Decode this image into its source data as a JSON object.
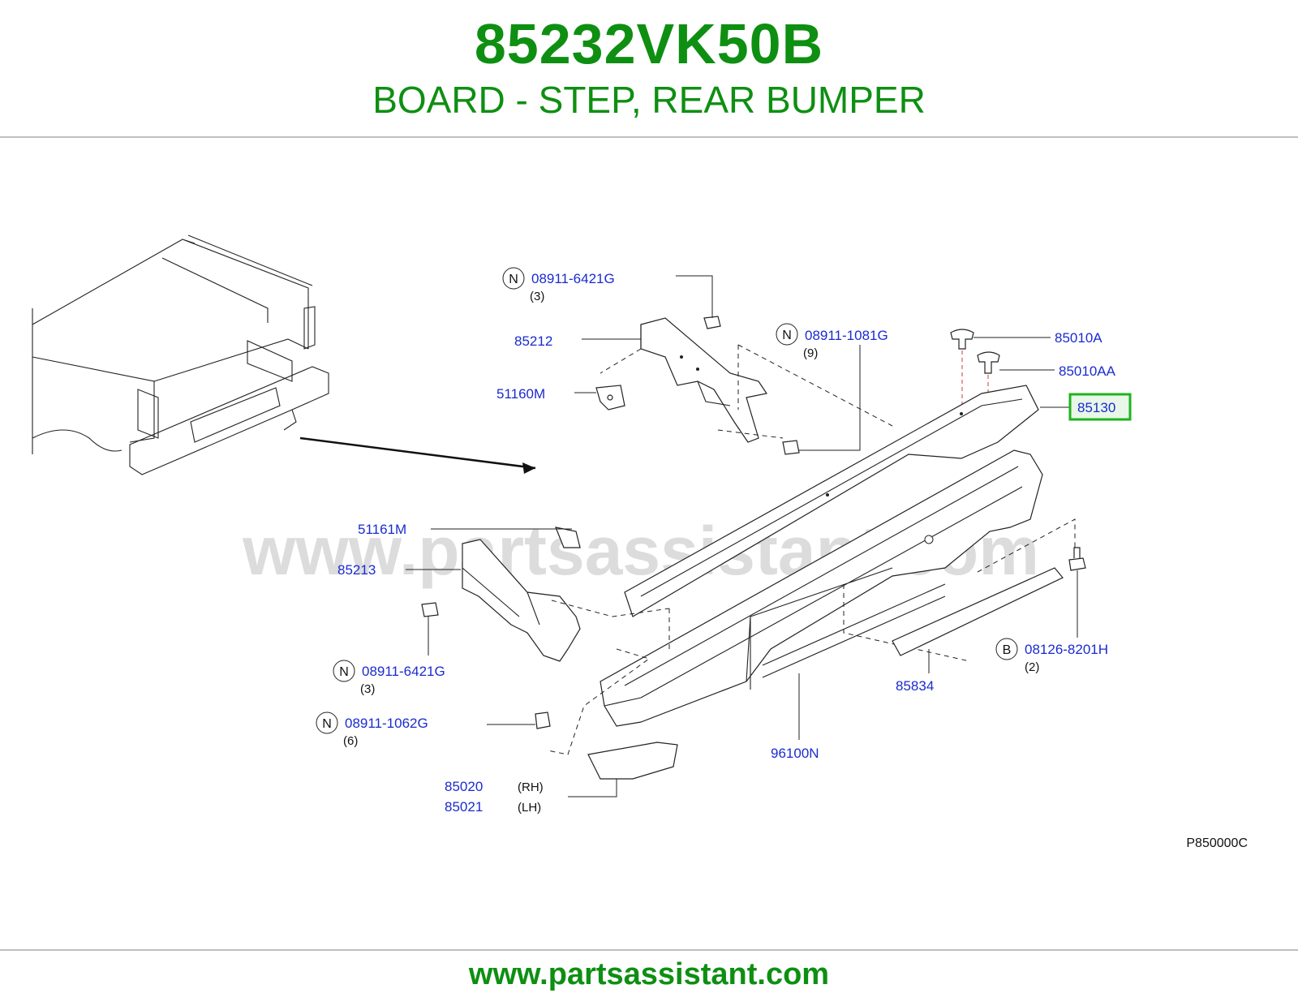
{
  "header": {
    "part_number": "85232VK50B",
    "description": "BOARD - STEP, REAR BUMPER"
  },
  "diagram": {
    "watermark": "www.partsassistant.com",
    "diagram_code": "P850000C",
    "callouts": {
      "c1": {
        "marker": "N",
        "part": "08911-6421G",
        "qty": "(3)"
      },
      "c2": {
        "part": "85212"
      },
      "c3": {
        "part": "51160M"
      },
      "c4": {
        "marker": "N",
        "part": "08911-1081G",
        "qty": "(9)"
      },
      "c5": {
        "part": "85010A"
      },
      "c6": {
        "part": "85010AA"
      },
      "c7": {
        "part": "85130",
        "highlighted": true
      },
      "c8": {
        "part": "51161M"
      },
      "c9": {
        "part": "85213"
      },
      "c10": {
        "marker": "N",
        "part": "08911-6421G",
        "qty": "(3)"
      },
      "c11": {
        "marker": "N",
        "part": "08911-1062G",
        "qty": "(6)"
      },
      "c12": {
        "marker": "B",
        "part": "08126-8201H",
        "qty": "(2)"
      },
      "c13": {
        "part": "85834"
      },
      "c14": {
        "part": "96100N"
      },
      "c15": {
        "part": "85020",
        "side": "(RH)"
      },
      "c16": {
        "part": "85021",
        "side": "(LH)"
      }
    },
    "highlight_color": "#1db31d"
  },
  "footer": {
    "url": "www.partsassistant.com"
  }
}
